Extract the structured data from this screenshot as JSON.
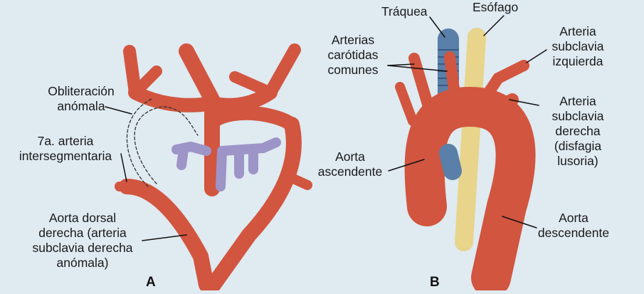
{
  "panel_a": {
    "letter": "A",
    "labels": {
      "obliteracion": "Obliteración\nanómala",
      "arteria_interseg": "7a. arteria\nintersegmentaria",
      "aorta_dorsal": "Aorta dorsal\nderecha (arteria\nsubclavia derecha\nanómala)"
    }
  },
  "panel_b": {
    "letter": "B",
    "labels": {
      "traquea": "Tráquea",
      "esofago": "Esófago",
      "carotidas": "Arterias\ncarótidas\ncomunes",
      "subclavia_izq": "Arteria\nsubclavia\nizquierda",
      "subclavia_der": "Arteria\nsubclavia\nderecha\n(disfagia\nlusoria)",
      "aorta_asc": "Aorta\nascendente",
      "aorta_desc": "Aorta\ndescendente"
    }
  },
  "colors": {
    "artery": "#d2553f",
    "artery_dark": "#a83a2b",
    "vein": "#9d94c7",
    "trachea": "#5a7fa8",
    "esophagus": "#e8d48a",
    "background": "#dfeaf1"
  }
}
